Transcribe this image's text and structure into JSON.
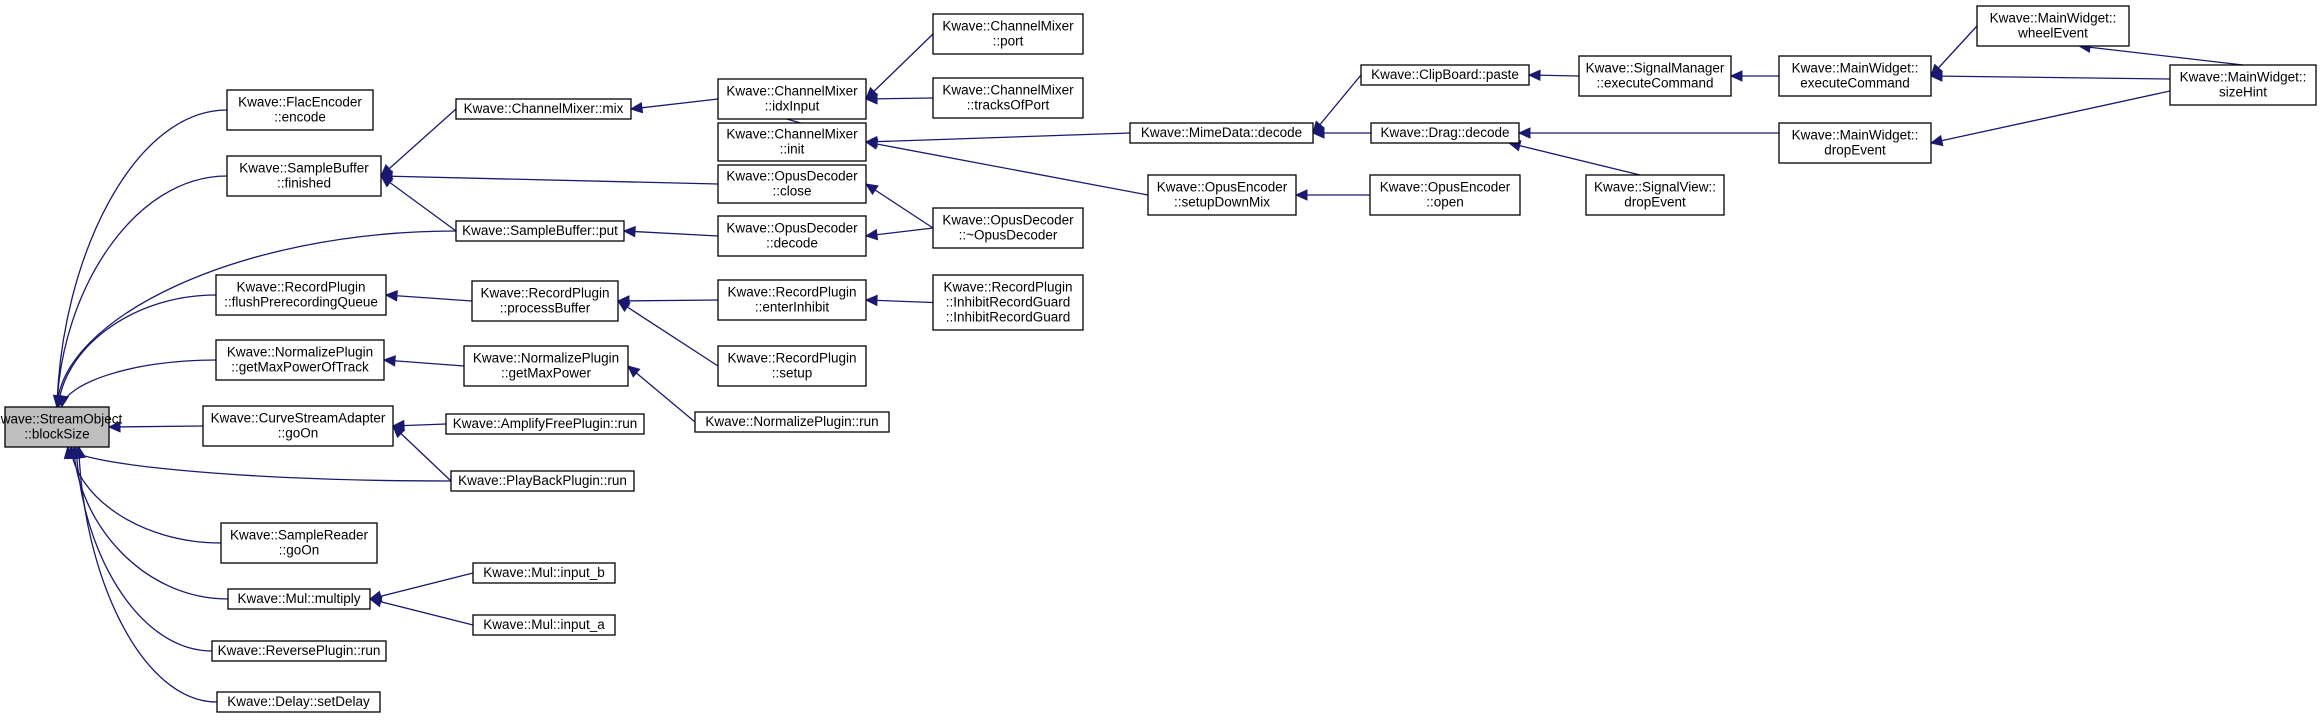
{
  "graph": {
    "nodes": [
      {
        "id": "so_blocksize",
        "lines": [
          "Kwave::StreamObject",
          "::blockSize"
        ],
        "focus": true
      },
      {
        "id": "flac_encode",
        "lines": [
          "Kwave::FlacEncoder",
          "::encode"
        ]
      },
      {
        "id": "sb_finished",
        "lines": [
          "Kwave::SampleBuffer",
          "::finished"
        ]
      },
      {
        "id": "sb_put",
        "lines": [
          "Kwave::SampleBuffer::put"
        ]
      },
      {
        "id": "rp_flush",
        "lines": [
          "Kwave::RecordPlugin",
          "::flushPrerecordingQueue"
        ]
      },
      {
        "id": "np_getmaxpot",
        "lines": [
          "Kwave::NormalizePlugin",
          "::getMaxPowerOfTrack"
        ]
      },
      {
        "id": "csa_goon",
        "lines": [
          "Kwave::CurveStreamAdapter",
          "::goOn"
        ]
      },
      {
        "id": "pbp_run",
        "lines": [
          "Kwave::PlayBackPlugin::run"
        ]
      },
      {
        "id": "sr_goon",
        "lines": [
          "Kwave::SampleReader",
          "::goOn"
        ]
      },
      {
        "id": "mul_multiply",
        "lines": [
          "Kwave::Mul::multiply"
        ]
      },
      {
        "id": "rev_run",
        "lines": [
          "Kwave::ReversePlugin::run"
        ]
      },
      {
        "id": "delay_set",
        "lines": [
          "Kwave::Delay::setDelay"
        ]
      },
      {
        "id": "cm_mix",
        "lines": [
          "Kwave::ChannelMixer::mix"
        ]
      },
      {
        "id": "cm_idx",
        "lines": [
          "Kwave::ChannelMixer",
          "::idxInput"
        ]
      },
      {
        "id": "cm_port",
        "lines": [
          "Kwave::ChannelMixer",
          "::port"
        ]
      },
      {
        "id": "cm_tracks",
        "lines": [
          "Kwave::ChannelMixer",
          "::tracksOfPort"
        ]
      },
      {
        "id": "cm_init",
        "lines": [
          "Kwave::ChannelMixer",
          "::init"
        ]
      },
      {
        "id": "od_close",
        "lines": [
          "Kwave::OpusDecoder",
          "::close"
        ]
      },
      {
        "id": "od_decode",
        "lines": [
          "Kwave::OpusDecoder",
          "::decode"
        ]
      },
      {
        "id": "od_dtor",
        "lines": [
          "Kwave::OpusDecoder",
          "::~OpusDecoder"
        ]
      },
      {
        "id": "rp_process",
        "lines": [
          "Kwave::RecordPlugin",
          "::processBuffer"
        ]
      },
      {
        "id": "rp_enter",
        "lines": [
          "Kwave::RecordPlugin",
          "::enterInhibit"
        ]
      },
      {
        "id": "rp_guard",
        "lines": [
          "Kwave::RecordPlugin",
          "::InhibitRecordGuard",
          "::InhibitRecordGuard"
        ]
      },
      {
        "id": "rp_setup",
        "lines": [
          "Kwave::RecordPlugin",
          "::setup"
        ]
      },
      {
        "id": "np_getmax",
        "lines": [
          "Kwave::NormalizePlugin",
          "::getMaxPower"
        ]
      },
      {
        "id": "np_run",
        "lines": [
          "Kwave::NormalizePlugin::run"
        ]
      },
      {
        "id": "afp_run",
        "lines": [
          "Kwave::AmplifyFreePlugin::run"
        ]
      },
      {
        "id": "mul_b",
        "lines": [
          "Kwave::Mul::input_b"
        ]
      },
      {
        "id": "mul_a",
        "lines": [
          "Kwave::Mul::input_a"
        ]
      },
      {
        "id": "md_decode",
        "lines": [
          "Kwave::MimeData::decode"
        ]
      },
      {
        "id": "oe_setup",
        "lines": [
          "Kwave::OpusEncoder",
          "::setupDownMix"
        ]
      },
      {
        "id": "cb_paste",
        "lines": [
          "Kwave::ClipBoard::paste"
        ]
      },
      {
        "id": "drag_decode",
        "lines": [
          "Kwave::Drag::decode"
        ]
      },
      {
        "id": "oe_open",
        "lines": [
          "Kwave::OpusEncoder",
          "::open"
        ]
      },
      {
        "id": "sm_exec",
        "lines": [
          "Kwave::SignalManager",
          "::executeCommand"
        ]
      },
      {
        "id": "sv_drop",
        "lines": [
          "Kwave::SignalView::",
          "dropEvent"
        ]
      },
      {
        "id": "mw_exec",
        "lines": [
          "Kwave::MainWidget::",
          "executeCommand"
        ]
      },
      {
        "id": "mw_drop",
        "lines": [
          "Kwave::MainWidget::",
          "dropEvent"
        ]
      },
      {
        "id": "mw_wheel",
        "lines": [
          "Kwave::MainWidget::",
          "wheelEvent"
        ]
      },
      {
        "id": "mw_size",
        "lines": [
          "Kwave::MainWidget::",
          "sizeHint"
        ]
      }
    ],
    "edges": [
      {
        "from": "flac_encode",
        "to": "so_blocksize"
      },
      {
        "from": "sb_finished",
        "to": "so_blocksize"
      },
      {
        "from": "sb_put",
        "to": "so_blocksize"
      },
      {
        "from": "rp_flush",
        "to": "so_blocksize"
      },
      {
        "from": "np_getmaxpot",
        "to": "so_blocksize"
      },
      {
        "from": "csa_goon",
        "to": "so_blocksize"
      },
      {
        "from": "pbp_run",
        "to": "so_blocksize"
      },
      {
        "from": "sr_goon",
        "to": "so_blocksize"
      },
      {
        "from": "mul_multiply",
        "to": "so_blocksize"
      },
      {
        "from": "rev_run",
        "to": "so_blocksize"
      },
      {
        "from": "delay_set",
        "to": "so_blocksize"
      },
      {
        "from": "cm_mix",
        "to": "sb_finished"
      },
      {
        "from": "od_close",
        "to": "sb_finished"
      },
      {
        "from": "sb_put",
        "to": "sb_finished"
      },
      {
        "from": "od_decode",
        "to": "sb_put"
      },
      {
        "from": "rp_process",
        "to": "rp_flush"
      },
      {
        "from": "np_getmax",
        "to": "np_getmaxpot"
      },
      {
        "from": "afp_run",
        "to": "csa_goon"
      },
      {
        "from": "pbp_run",
        "to": "csa_goon"
      },
      {
        "from": "mul_b",
        "to": "mul_multiply"
      },
      {
        "from": "mul_a",
        "to": "mul_multiply"
      },
      {
        "from": "cm_idx",
        "to": "cm_mix"
      },
      {
        "from": "cm_port",
        "to": "cm_idx"
      },
      {
        "from": "cm_tracks",
        "to": "cm_idx"
      },
      {
        "from": "cm_init",
        "to": "cm_idx"
      },
      {
        "from": "od_dtor",
        "to": "od_close"
      },
      {
        "from": "od_dtor",
        "to": "od_decode"
      },
      {
        "from": "rp_enter",
        "to": "rp_process"
      },
      {
        "from": "rp_setup",
        "to": "rp_process"
      },
      {
        "from": "rp_guard",
        "to": "rp_enter"
      },
      {
        "from": "np_run",
        "to": "np_getmax"
      },
      {
        "from": "md_decode",
        "to": "cm_init"
      },
      {
        "from": "oe_setup",
        "to": "cm_init"
      },
      {
        "from": "cb_paste",
        "to": "md_decode"
      },
      {
        "from": "drag_decode",
        "to": "md_decode"
      },
      {
        "from": "oe_open",
        "to": "oe_setup"
      },
      {
        "from": "sm_exec",
        "to": "cb_paste"
      },
      {
        "from": "mw_drop",
        "to": "drag_decode"
      },
      {
        "from": "sv_drop",
        "to": "drag_decode"
      },
      {
        "from": "mw_exec",
        "to": "sm_exec"
      },
      {
        "from": "mw_wheel",
        "to": "mw_exec"
      },
      {
        "from": "mw_size",
        "to": "mw_exec"
      },
      {
        "from": "mw_size",
        "to": "mw_wheel"
      },
      {
        "from": "mw_size",
        "to": "mw_drop"
      }
    ]
  }
}
